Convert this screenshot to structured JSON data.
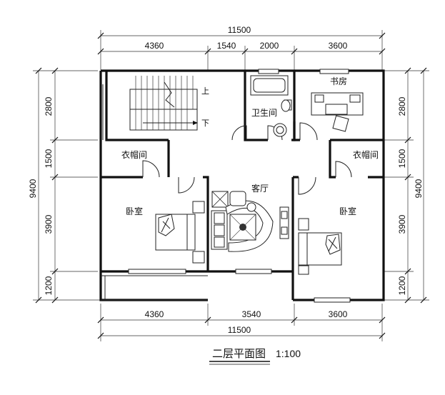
{
  "top_dims": {
    "total": "11500",
    "seg1": "4360",
    "seg2": "1540",
    "seg3": "2000",
    "seg4": "3600"
  },
  "bottom_dims": {
    "total": "11500",
    "seg1": "4360",
    "seg2": "3540",
    "seg3": "3600"
  },
  "left_dims": {
    "total": "9400",
    "seg1": "2800",
    "seg2": "1500",
    "seg3": "3900",
    "seg4": "1200"
  },
  "right_dims": {
    "total": "9400",
    "seg1": "2800",
    "seg2": "1500",
    "seg3": "3900",
    "seg4": "1200"
  },
  "rooms": {
    "study": "书房",
    "bathroom": "卫生间",
    "closet_left": "衣帽间",
    "closet_right": "衣帽间",
    "living": "客厅",
    "bedroom_left": "卧室",
    "bedroom_right": "卧室"
  },
  "stairs": {
    "up": "上",
    "down": "下"
  },
  "title": "二层平面图",
  "scale": "1:100"
}
